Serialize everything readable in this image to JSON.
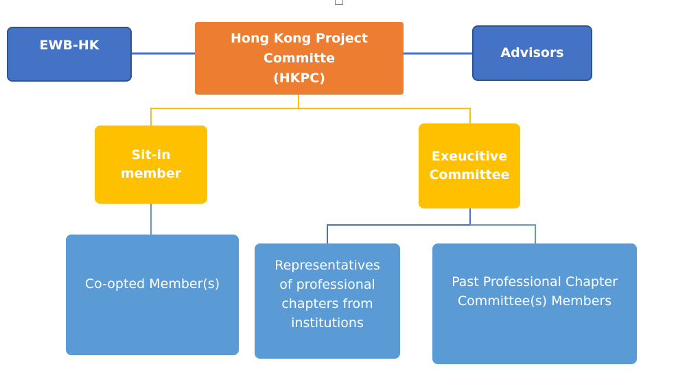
{
  "nodes": {
    "ewb": {
      "label": "EWB-HK"
    },
    "hkpc": {
      "lines": [
        "Hong Kong Project",
        "Committe",
        "(HKPC)"
      ]
    },
    "advisors": {
      "label": "Advisors"
    },
    "sitin": {
      "lines": [
        "Sit-in",
        "member"
      ]
    },
    "exec": {
      "lines": [
        "Exeucitive",
        "Committee"
      ]
    },
    "coopted": {
      "label": "Co-opted Member(s)"
    },
    "reps": {
      "lines": [
        "Representatives",
        "of professional",
        "chapters from",
        "institutions"
      ]
    },
    "past": {
      "lines": [
        "Past Professional Chapter",
        "Committee(s) Members"
      ]
    }
  },
  "colors": {
    "connector_blue": "#4472c4",
    "connector_yellow": "#ffc000",
    "connector_lightblue": "#5b9bd5"
  }
}
